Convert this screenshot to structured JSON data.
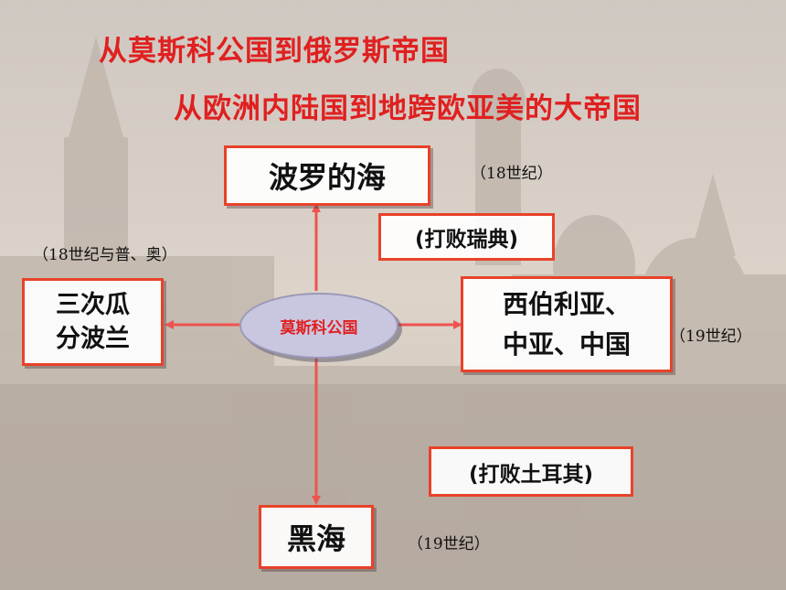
{
  "titles": {
    "line1": "从莫斯科公国到俄罗斯帝国",
    "line2": "从欧洲内陆国到地跨欧亚美的大帝国"
  },
  "center": {
    "label": "莫斯科公国"
  },
  "nodes": {
    "north": "波罗的海",
    "west_line1": "三次瓜",
    "west_line2": "分波兰",
    "east_line1": "西伯利亚、",
    "east_line2": "中亚、中国",
    "south": "黑海"
  },
  "notes": {
    "north_period": "（18世纪）",
    "north_event": "(打败瑞典)",
    "west_period": "（18世纪与普、奥）",
    "east_period": "（19世纪）",
    "south_event": "(打败土耳其)",
    "south_period": "（19世纪）"
  },
  "colors": {
    "title": "#e02020",
    "box_border": "#e8422a",
    "arrow": "#ef5350",
    "ellipse_fill": "#c9c6e0"
  }
}
